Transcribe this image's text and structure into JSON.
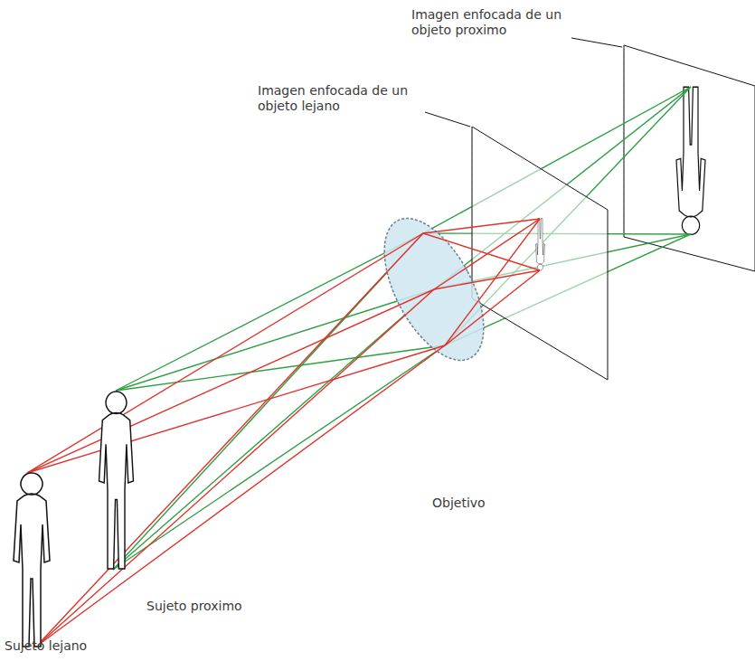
{
  "diagram": {
    "labels": [
      "Imagen enfocada de un objeto proximo",
      "Imagen enfocada de un objeto lejano",
      "Objetivo",
      "Sujeto proximo",
      "Sujeto lejano"
    ]
  }
}
